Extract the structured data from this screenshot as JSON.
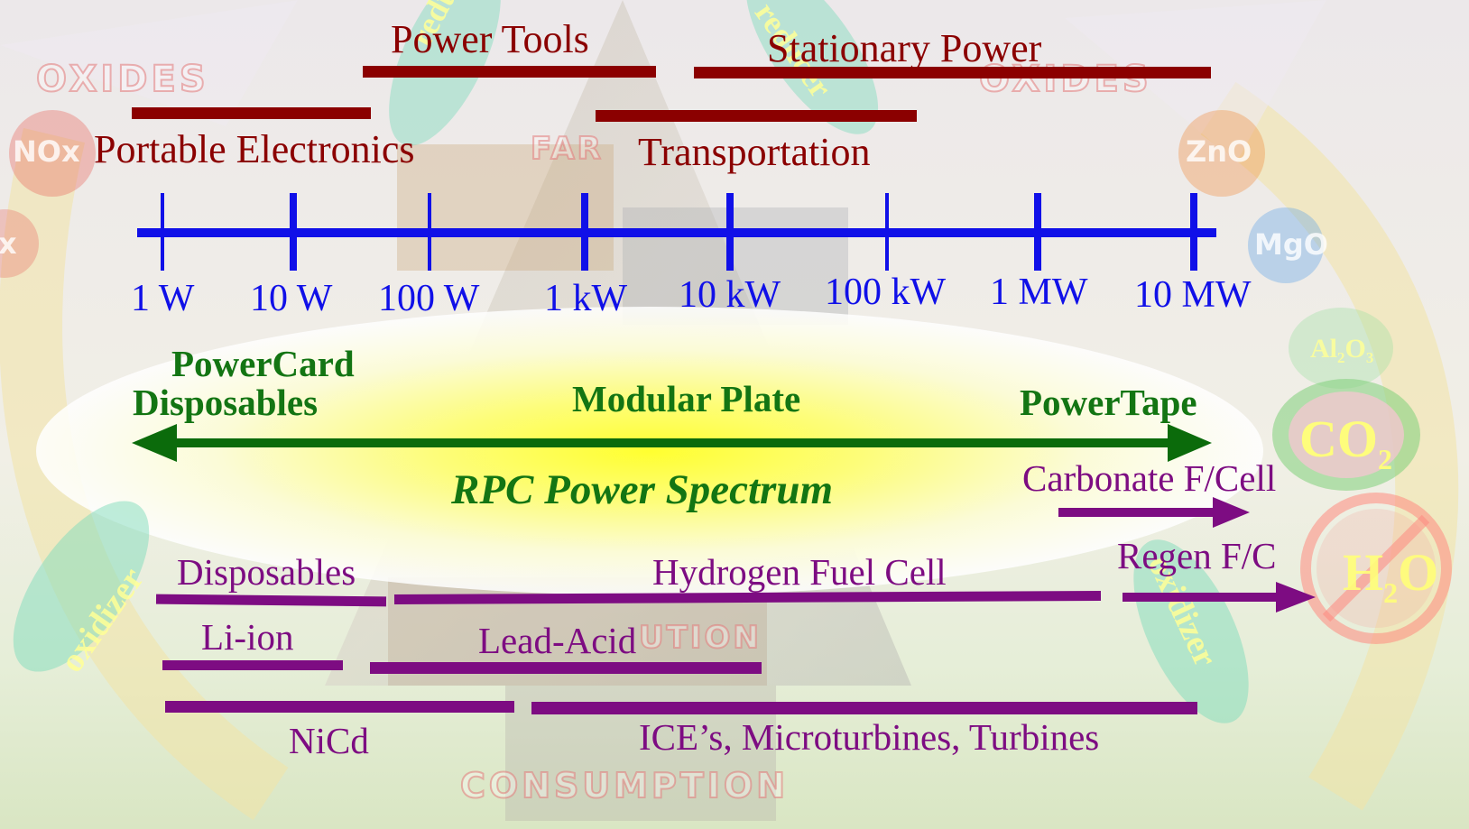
{
  "colors": {
    "sector_bar": "#8b0000",
    "axis": "#1010e8",
    "rpc_arrow": "#0b6b0b",
    "technology_bar": "#7d0c82",
    "spectrum_glow": "#ffff3a"
  },
  "background": {
    "watermarks": [
      "OXIDES",
      "OXIDES",
      "FAR",
      "CONSUMPTION",
      "UTION"
    ],
    "bubbles": {
      "nox": "NOx",
      "x": "x",
      "zno": "ZnO",
      "mgo": "MgO",
      "al2o3": "Al",
      "al2o3_sub1": "2",
      "al2o3_o": "O",
      "al2o3_sub2": "3",
      "co2": "CO",
      "co2_sub": "2",
      "h2o": "H",
      "h2o_sub": "2",
      "h2o_o": "O"
    },
    "leaf_labels": [
      "reducer",
      "reducer",
      "oxidizer",
      "oxidizer"
    ]
  },
  "sectors": {
    "power_tools": "Power Tools",
    "stationary_power": "Stationary Power",
    "portable_electronics": "Portable Electronics",
    "transportation": "Transportation"
  },
  "power_axis": {
    "ticks": [
      "1 W",
      "10 W",
      "100 W",
      "1 kW",
      "10 kW",
      "100 kW",
      "1 MW",
      "10 MW"
    ]
  },
  "rpc": {
    "powercard": "PowerCard",
    "disposables": "Disposables",
    "modular_plate": "Modular Plate",
    "powertape": "PowerTape",
    "title": "RPC Power Spectrum"
  },
  "technologies": {
    "carbonate": "Carbonate F/Cell",
    "regen": "Regen F/C",
    "disposables": "Disposables",
    "hydrogen": "Hydrogen Fuel Cell",
    "li_ion": "Li-ion",
    "lead_acid": "Lead-Acid",
    "nicd": "NiCd",
    "ice": "ICE’s, Microturbines, Turbines"
  }
}
